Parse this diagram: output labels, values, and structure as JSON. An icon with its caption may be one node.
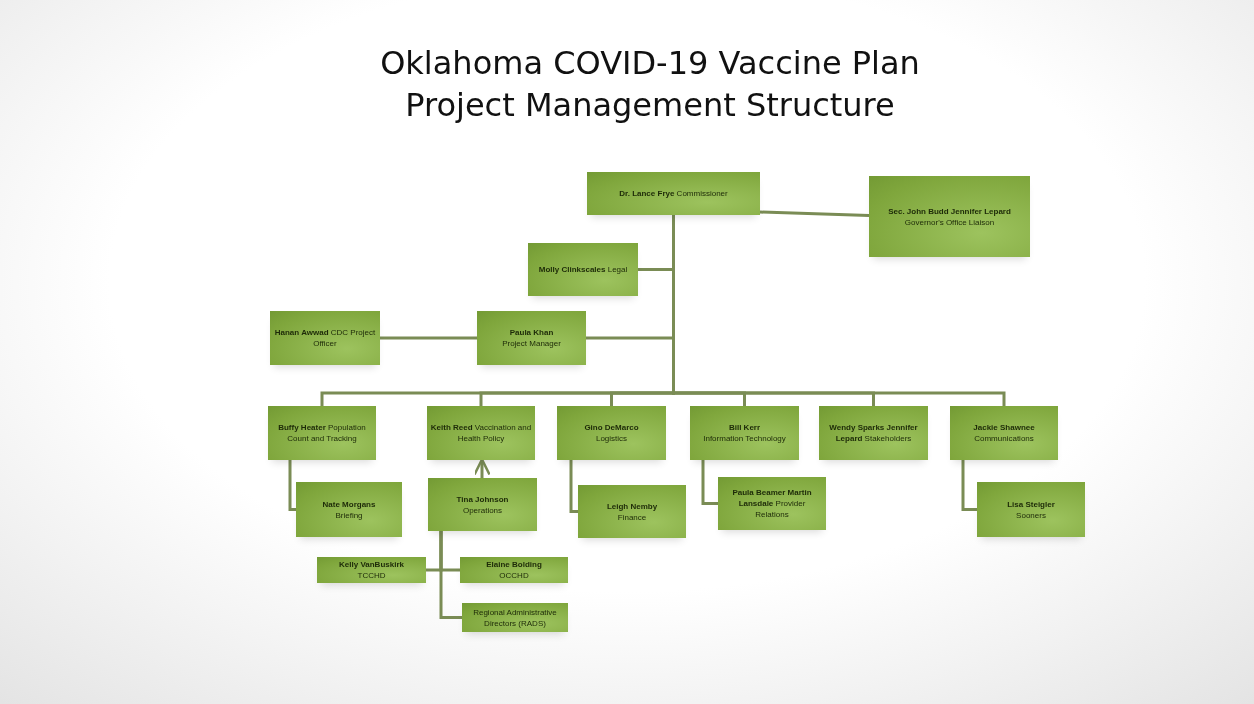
{
  "diagram": {
    "title": "Oklahoma COVID-19 Vaccine Plan Project Management Structure",
    "nodes": [
      {
        "text": [
          "**Dr. Lance Frye** Commissioner"
        ]
      },
      {
        "text": [
          "Sec. John Budd Jennifer Lepard",
          "Governor's Office Liaison"
        ]
      },
      {
        "text": [
          "**Molly Clinkscales** Legal"
        ]
      },
      {
        "text": [
          "**Hanan Awwad** CDC Project Officer"
        ]
      },
      {
        "text": [
          "Paula Khan",
          "Project Manager"
        ]
      },
      {
        "text": [
          "**Buffy Heater** Population Count and Tracking"
        ]
      },
      {
        "text": [
          "**Keith Reed** Vaccination and Health Policy"
        ]
      },
      {
        "text": [
          "Gino DeMarco",
          "Logistics"
        ]
      },
      {
        "text": [
          "Bill Kerr",
          "Information Technology"
        ]
      },
      {
        "text": [
          "**Wendy Sparks Jennifer Lepard** Stakeholders"
        ]
      },
      {
        "text": [
          "Jackie Shawnee",
          "Communications"
        ]
      },
      {
        "text": [
          "Nate Morgans",
          "Briefing"
        ]
      },
      {
        "text": [
          "Tina Johnson",
          "Operations"
        ]
      },
      {
        "text": [
          "Leigh Nemby",
          "Finance"
        ]
      },
      {
        "text": [
          "**Paula Beamer Martin Lansdale** Provider Relations"
        ]
      },
      {
        "text": [
          "Lisa Steigler",
          "Sooners"
        ]
      },
      {
        "text": [
          "Kelly VanBuskirk",
          "TCCHD"
        ]
      },
      {
        "text": [
          "Elaine Bolding",
          "OCCHD"
        ]
      },
      {
        "text": [
          "Regional Administrative Directors (RADS)"
        ]
      }
    ],
    "edges": [
      {
        "from": 0,
        "to": 1,
        "arrow": "none"
      },
      {
        "from": 0,
        "to": 2,
        "arrow": "none"
      },
      {
        "from": 0,
        "to": 4,
        "arrow": "none"
      },
      {
        "from": 3,
        "to": 4,
        "arrow": "none"
      },
      {
        "from": 0,
        "to": 5,
        "arrow": "none"
      },
      {
        "from": 0,
        "to": 6,
        "arrow": "none"
      },
      {
        "from": 0,
        "to": 7,
        "arrow": "none"
      },
      {
        "from": 0,
        "to": 8,
        "arrow": "none"
      },
      {
        "from": 0,
        "to": 9,
        "arrow": "none"
      },
      {
        "from": 0,
        "to": 10,
        "arrow": "none"
      },
      {
        "from": 5,
        "to": 11,
        "arrow": "none"
      },
      {
        "from": 12,
        "to": 6,
        "arrow": "to"
      },
      {
        "from": 7,
        "to": 13,
        "arrow": "none"
      },
      {
        "from": 8,
        "to": 14,
        "arrow": "none"
      },
      {
        "from": 10,
        "to": 15,
        "arrow": "none"
      },
      {
        "from": 12,
        "to": 16,
        "arrow": "none"
      },
      {
        "from": 12,
        "to": 17,
        "arrow": "none"
      },
      {
        "from": 12,
        "to": 18,
        "arrow": "none"
      }
    ]
  }
}
